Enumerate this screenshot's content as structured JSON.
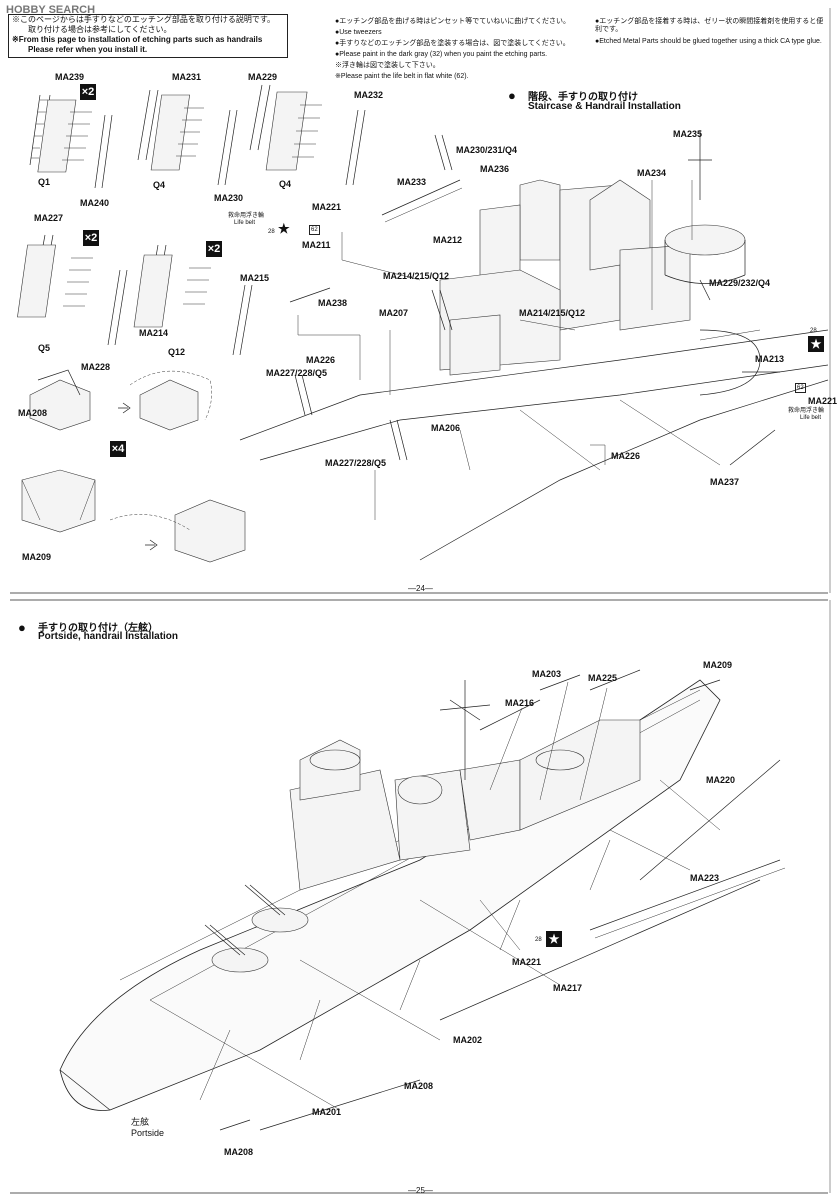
{
  "watermark": "HOBBY SEARCH",
  "top_notes": {
    "ja_line1": "※このページからは手すりなどのエッチング部品を取り付ける説明です。",
    "ja_line2": "取り付ける場合は参考にしてください。",
    "en_line1": "※From this page to installation of etching parts such as handrails",
    "en_line2": "Please refer when you install it."
  },
  "tips": {
    "t1": "●エッチング部品を曲げる時はピンセット等でていねいに曲げてください。",
    "t2": "●Use tweezers",
    "t3": "●手すりなどのエッチング部品を塗装する場合は、図で塗装してください。",
    "t4": "●Please paint in the dark gray (32) when you paint the etching parts.",
    "t5": "※浮き輪は図で塗装して下さい。",
    "t6": "※Please paint the life belt in flat white (62).",
    "t7": "●エッチング部品を接着する時は、ゼリー状の瞬間接着剤を使用すると便利です。",
    "t8": "●Etched Metal Parts should be glued together using a thick CA type glue."
  },
  "section1": {
    "title_ja": "階段、手すりの取り付け",
    "title_en": "Staircase & Handrail Installation"
  },
  "section2": {
    "title_ja": "手すりの取り付け（左舷）",
    "title_en": "Portside, handrail Installation"
  },
  "left_parts": {
    "ma239": "MA239",
    "ma231": "MA231",
    "ma229": "MA229",
    "ma232": "MA232",
    "q1": "Q1",
    "ma240": "MA240",
    "q4a": "Q4",
    "ma230": "MA230",
    "q4b": "Q4",
    "ma227": "MA227",
    "ma215": "MA215",
    "q5": "Q5",
    "ma214": "MA214",
    "q12": "Q12",
    "ma228": "MA228",
    "ma208": "MA208",
    "ma209": "MA209",
    "x2a": "×2",
    "x2b": "×2",
    "x2c": "×2",
    "x4": "×4"
  },
  "top_diagram_labels": {
    "ma221": "MA221",
    "lifebelt_ja": "救命用浮き輪",
    "lifebelt_en": "Life belt",
    "ma211": "MA211",
    "ma230_231_q4": "MA230/231/Q4",
    "ma233": "MA233",
    "ma236": "MA236",
    "ma235": "MA235",
    "ma234": "MA234",
    "ma212": "MA212",
    "ma214_215_q12a": "MA214/215/Q12",
    "ma238": "MA238",
    "ma207": "MA207",
    "ma214_215_q12b": "MA214/215/Q12",
    "ma229_232_q4": "MA229/232/Q4",
    "ma226a": "MA226",
    "ma227_228_q5a": "MA227/228/Q5",
    "ma213": "MA213",
    "ma221b": "MA221",
    "lifebelt_ja2": "救命用浮き輪",
    "lifebelt_en2": "Life belt",
    "ma206": "MA206",
    "ma226b": "MA226",
    "ma227_228_q5b": "MA227/228/Q5",
    "ma237": "MA237",
    "n28a": "28",
    "n28b": "28",
    "n62a": "62",
    "n62b": "62"
  },
  "page24": "—24—",
  "page25": "—25—",
  "bottom_labels": {
    "ma203": "MA203",
    "ma225": "MA225",
    "ma209": "MA209",
    "ma216": "MA216",
    "ma220": "MA220",
    "ma223": "MA223",
    "ma221": "MA221",
    "n28": "28",
    "ma217": "MA217",
    "ma202": "MA202",
    "ma208a": "MA208",
    "ma201": "MA201",
    "portside_ja": "左舷",
    "portside_en": "Portside",
    "ma208b": "MA208"
  }
}
